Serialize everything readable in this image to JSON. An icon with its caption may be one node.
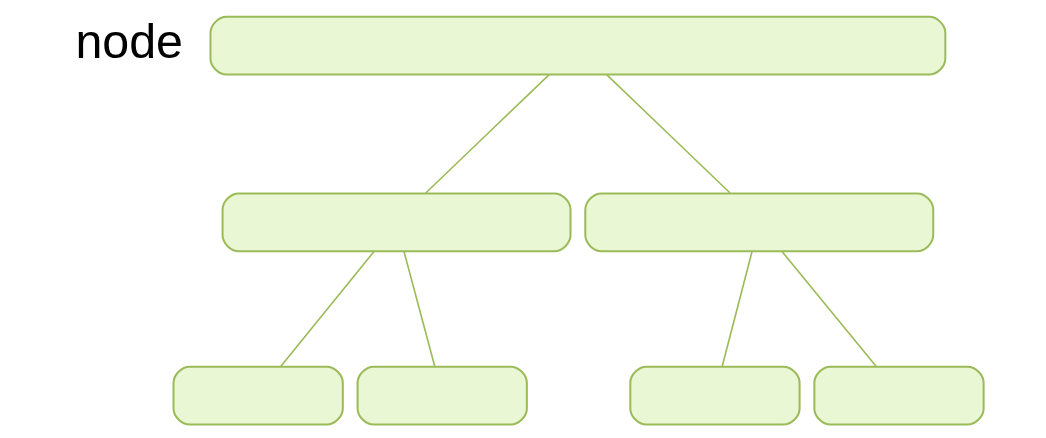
{
  "diagram": {
    "nodes": [
      {
        "text": [],
        "shape": "box"
      },
      {
        "text": [],
        "shape": "box"
      },
      {
        "text": [],
        "shape": "box"
      },
      {
        "text": [],
        "shape": "box"
      },
      {
        "text": [],
        "shape": "box"
      },
      {
        "text": [],
        "shape": "box"
      },
      {
        "text": [],
        "shape": "box"
      }
    ],
    "edges": [
      {
        "from": 0,
        "to": 1,
        "arrow": "none"
      },
      {
        "from": 0,
        "to": 2,
        "arrow": "none"
      },
      {
        "from": 1,
        "to": 3,
        "arrow": "none"
      },
      {
        "from": 1,
        "to": 4,
        "arrow": "none"
      },
      {
        "from": 2,
        "to": 5,
        "arrow": "none"
      },
      {
        "from": 2,
        "to": 6,
        "arrow": "none"
      }
    ],
    "labels": [
      "node"
    ]
  }
}
